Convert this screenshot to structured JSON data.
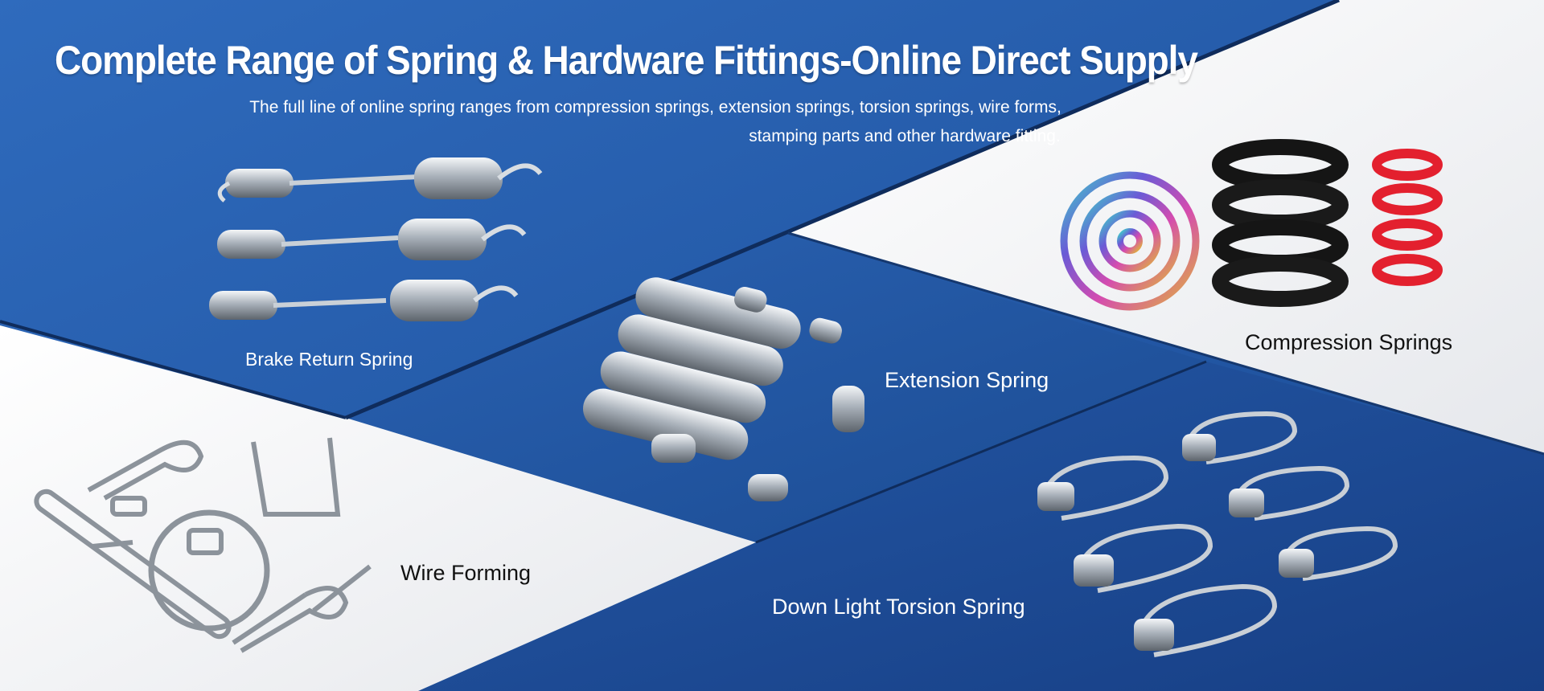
{
  "banner": {
    "title": "Complete Range of Spring & Hardware Fittings-Online Direct Supply",
    "subtitle_line1": "The full line of online spring ranges from compression springs, extension springs, torsion springs, wire forms,",
    "subtitle_line2": "stamping parts and other hardware fitting."
  },
  "products": {
    "brake_return_spring": "Brake Return Spring",
    "extension_spring": "Extension Spring",
    "compression_springs": "Compression Springs",
    "wire_forming": "Wire Forming",
    "down_light_torsion_spring": "Down Light Torsion Spring"
  },
  "colors": {
    "brand_blue": "#1e4f9a",
    "light_panel": "#f2f3f5",
    "compression_red": "#e3202e",
    "compression_black": "#111111"
  }
}
